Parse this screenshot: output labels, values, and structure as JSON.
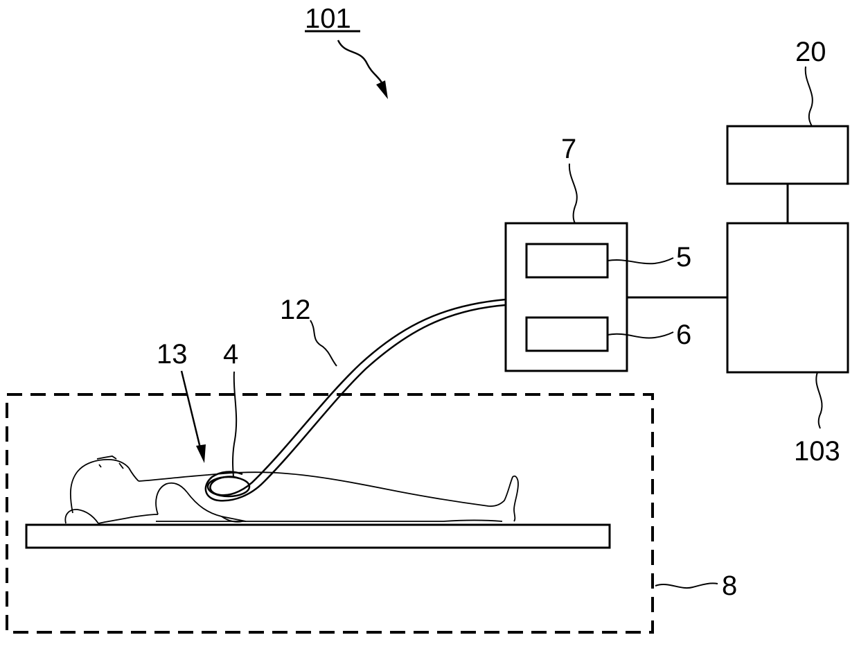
{
  "figure": {
    "reference_numerals": {
      "system": "101",
      "catheter": "12",
      "patient": "13",
      "distal_tip": "4",
      "unit_box": "7",
      "unit_element_upper": "5",
      "unit_element_lower": "6",
      "region": "8",
      "processor": "103",
      "display": "20"
    }
  }
}
